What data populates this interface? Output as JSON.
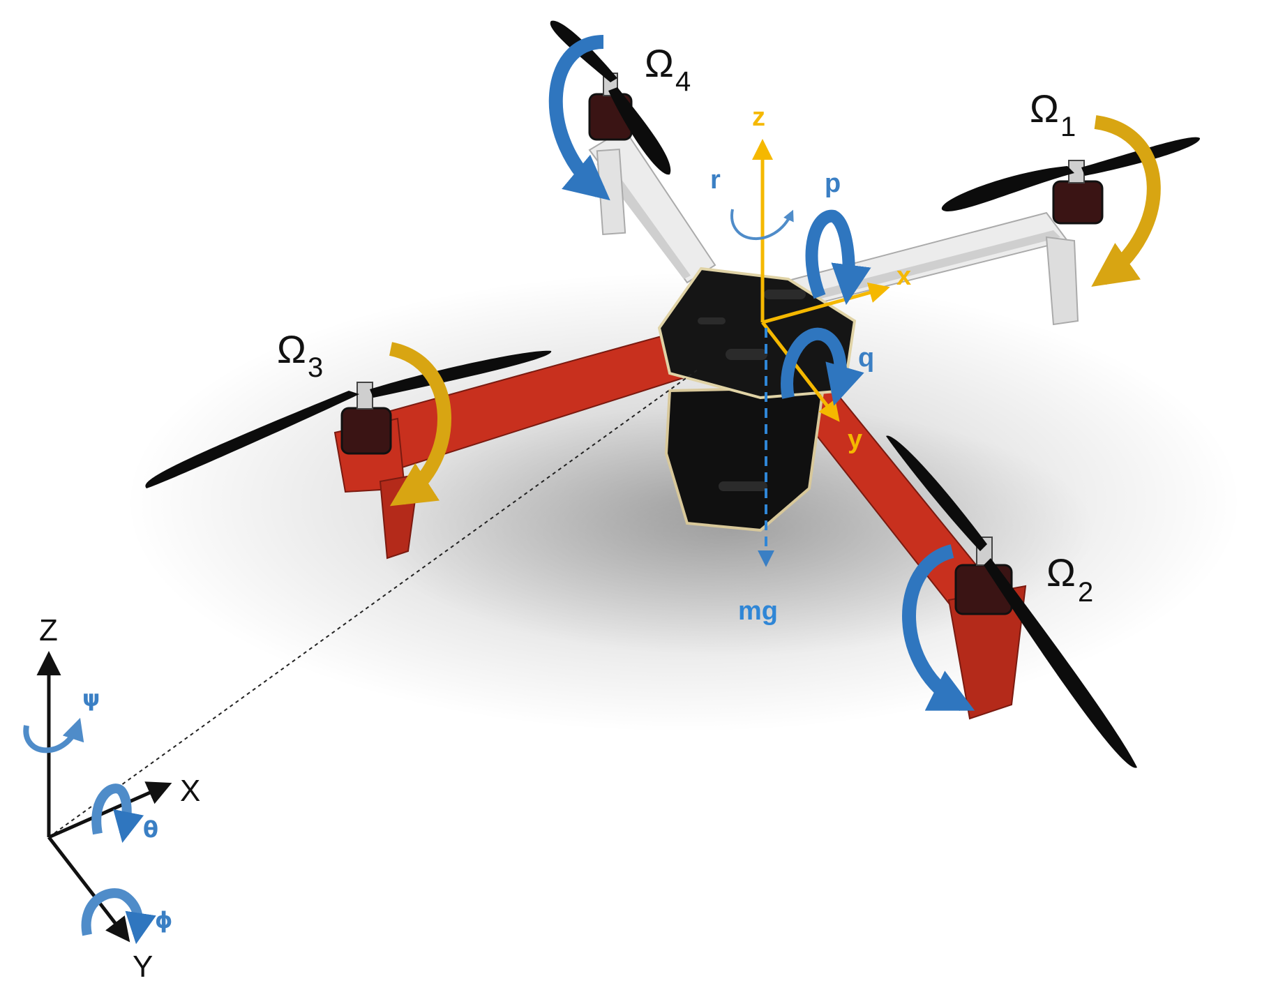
{
  "rotors": {
    "r1": {
      "symbol": "Ω",
      "sub": "1"
    },
    "r2": {
      "symbol": "Ω",
      "sub": "2"
    },
    "r3": {
      "symbol": "Ω",
      "sub": "3"
    },
    "r4": {
      "symbol": "Ω",
      "sub": "4"
    }
  },
  "body_frame": {
    "x": "x",
    "y": "y",
    "z": "z",
    "p": "p",
    "q": "q",
    "r": "r",
    "gravity": "mg"
  },
  "inertial_frame": {
    "X": "X",
    "Y": "Y",
    "Z": "Z",
    "psi": "ψ",
    "theta": "θ",
    "phi": "ϕ"
  },
  "colors": {
    "body_axis": "#f5b800",
    "rotation_blue": "#3a7fc4",
    "rotation_gold": "#d8a512",
    "frame_red": "#c8301e",
    "frame_white": "#ececec",
    "propeller": "#0c0c0c",
    "plate": "#151515"
  }
}
